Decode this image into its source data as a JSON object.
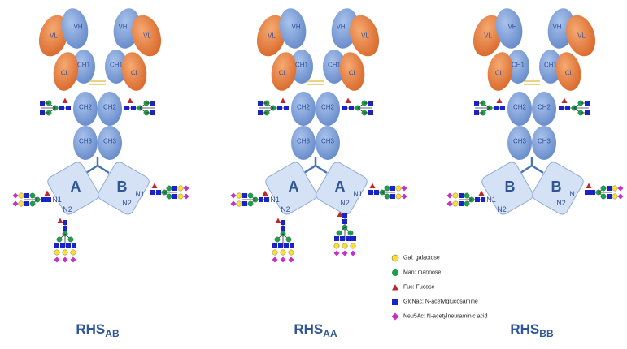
{
  "antibodies": [
    {
      "title_main": "RHS",
      "title_sub": "AB",
      "heavy_left": "VH",
      "heavy_right": "VH",
      "light_left": "VL",
      "light_right": "VL",
      "ch1_left": "CH1",
      "ch1_right": "CH1",
      "cl_left": "CL",
      "cl_right": "CL",
      "ch2_left": "CH2",
      "ch2_right": "CH2",
      "ch3_left": "CH3",
      "ch3_right": "CH3",
      "box_left": "A",
      "box_right": "B",
      "n1_left": "N1",
      "n2_left": "N2",
      "n1_right": "N1",
      "n2_right": "N2"
    },
    {
      "title_main": "RHS",
      "title_sub": "AA",
      "heavy_left": "VH",
      "heavy_right": "VH",
      "light_left": "VL",
      "light_right": "VL",
      "ch1_left": "CH1",
      "ch1_right": "CH1",
      "cl_left": "CL",
      "cl_right": "CL",
      "ch2_left": "CH2",
      "ch2_right": "CH2",
      "ch3_left": "CH3",
      "ch3_right": "CH3",
      "box_left": "A",
      "box_right": "A",
      "n1_left": "N1",
      "n2_left": "N2",
      "n1_right": "N1",
      "n2_right": "N2"
    },
    {
      "title_main": "RHS",
      "title_sub": "BB",
      "heavy_left": "VH",
      "heavy_right": "VH",
      "light_left": "VL",
      "light_right": "VL",
      "ch1_left": "CH1",
      "ch1_right": "CH1",
      "cl_left": "CL",
      "cl_right": "CL",
      "ch2_left": "CH2",
      "ch2_right": "CH2",
      "ch3_left": "CH3",
      "ch3_right": "CH3",
      "box_left": "B",
      "box_right": "B",
      "n1_left": "N1",
      "n2_left": "N2",
      "n1_right": "N1",
      "n2_right": "N2"
    }
  ],
  "legend": [
    {
      "icon": "yellow-circle",
      "text": "Gal: galactose"
    },
    {
      "icon": "green-circle",
      "text": "Man: mannose"
    },
    {
      "icon": "red-triangle",
      "text": "Fuc: Fucose"
    },
    {
      "icon": "blue-square",
      "text": "GlcNac: N-acetylglucosamine"
    },
    {
      "icon": "magenta-diamond",
      "text": "Neu5Ac: N-acetylneuraminic acid"
    }
  ],
  "colors": {
    "heavy": "#7a9fd8",
    "light": "#e8833f",
    "box_fill": "#d5e1f4",
    "box_stroke": "#8eabd8",
    "label": "#2f5597",
    "gal": "#ffe030",
    "man": "#17a34a",
    "fuc": "#c0272d",
    "glcnac": "#1a22c9",
    "neu5ac": "#c531c5"
  }
}
